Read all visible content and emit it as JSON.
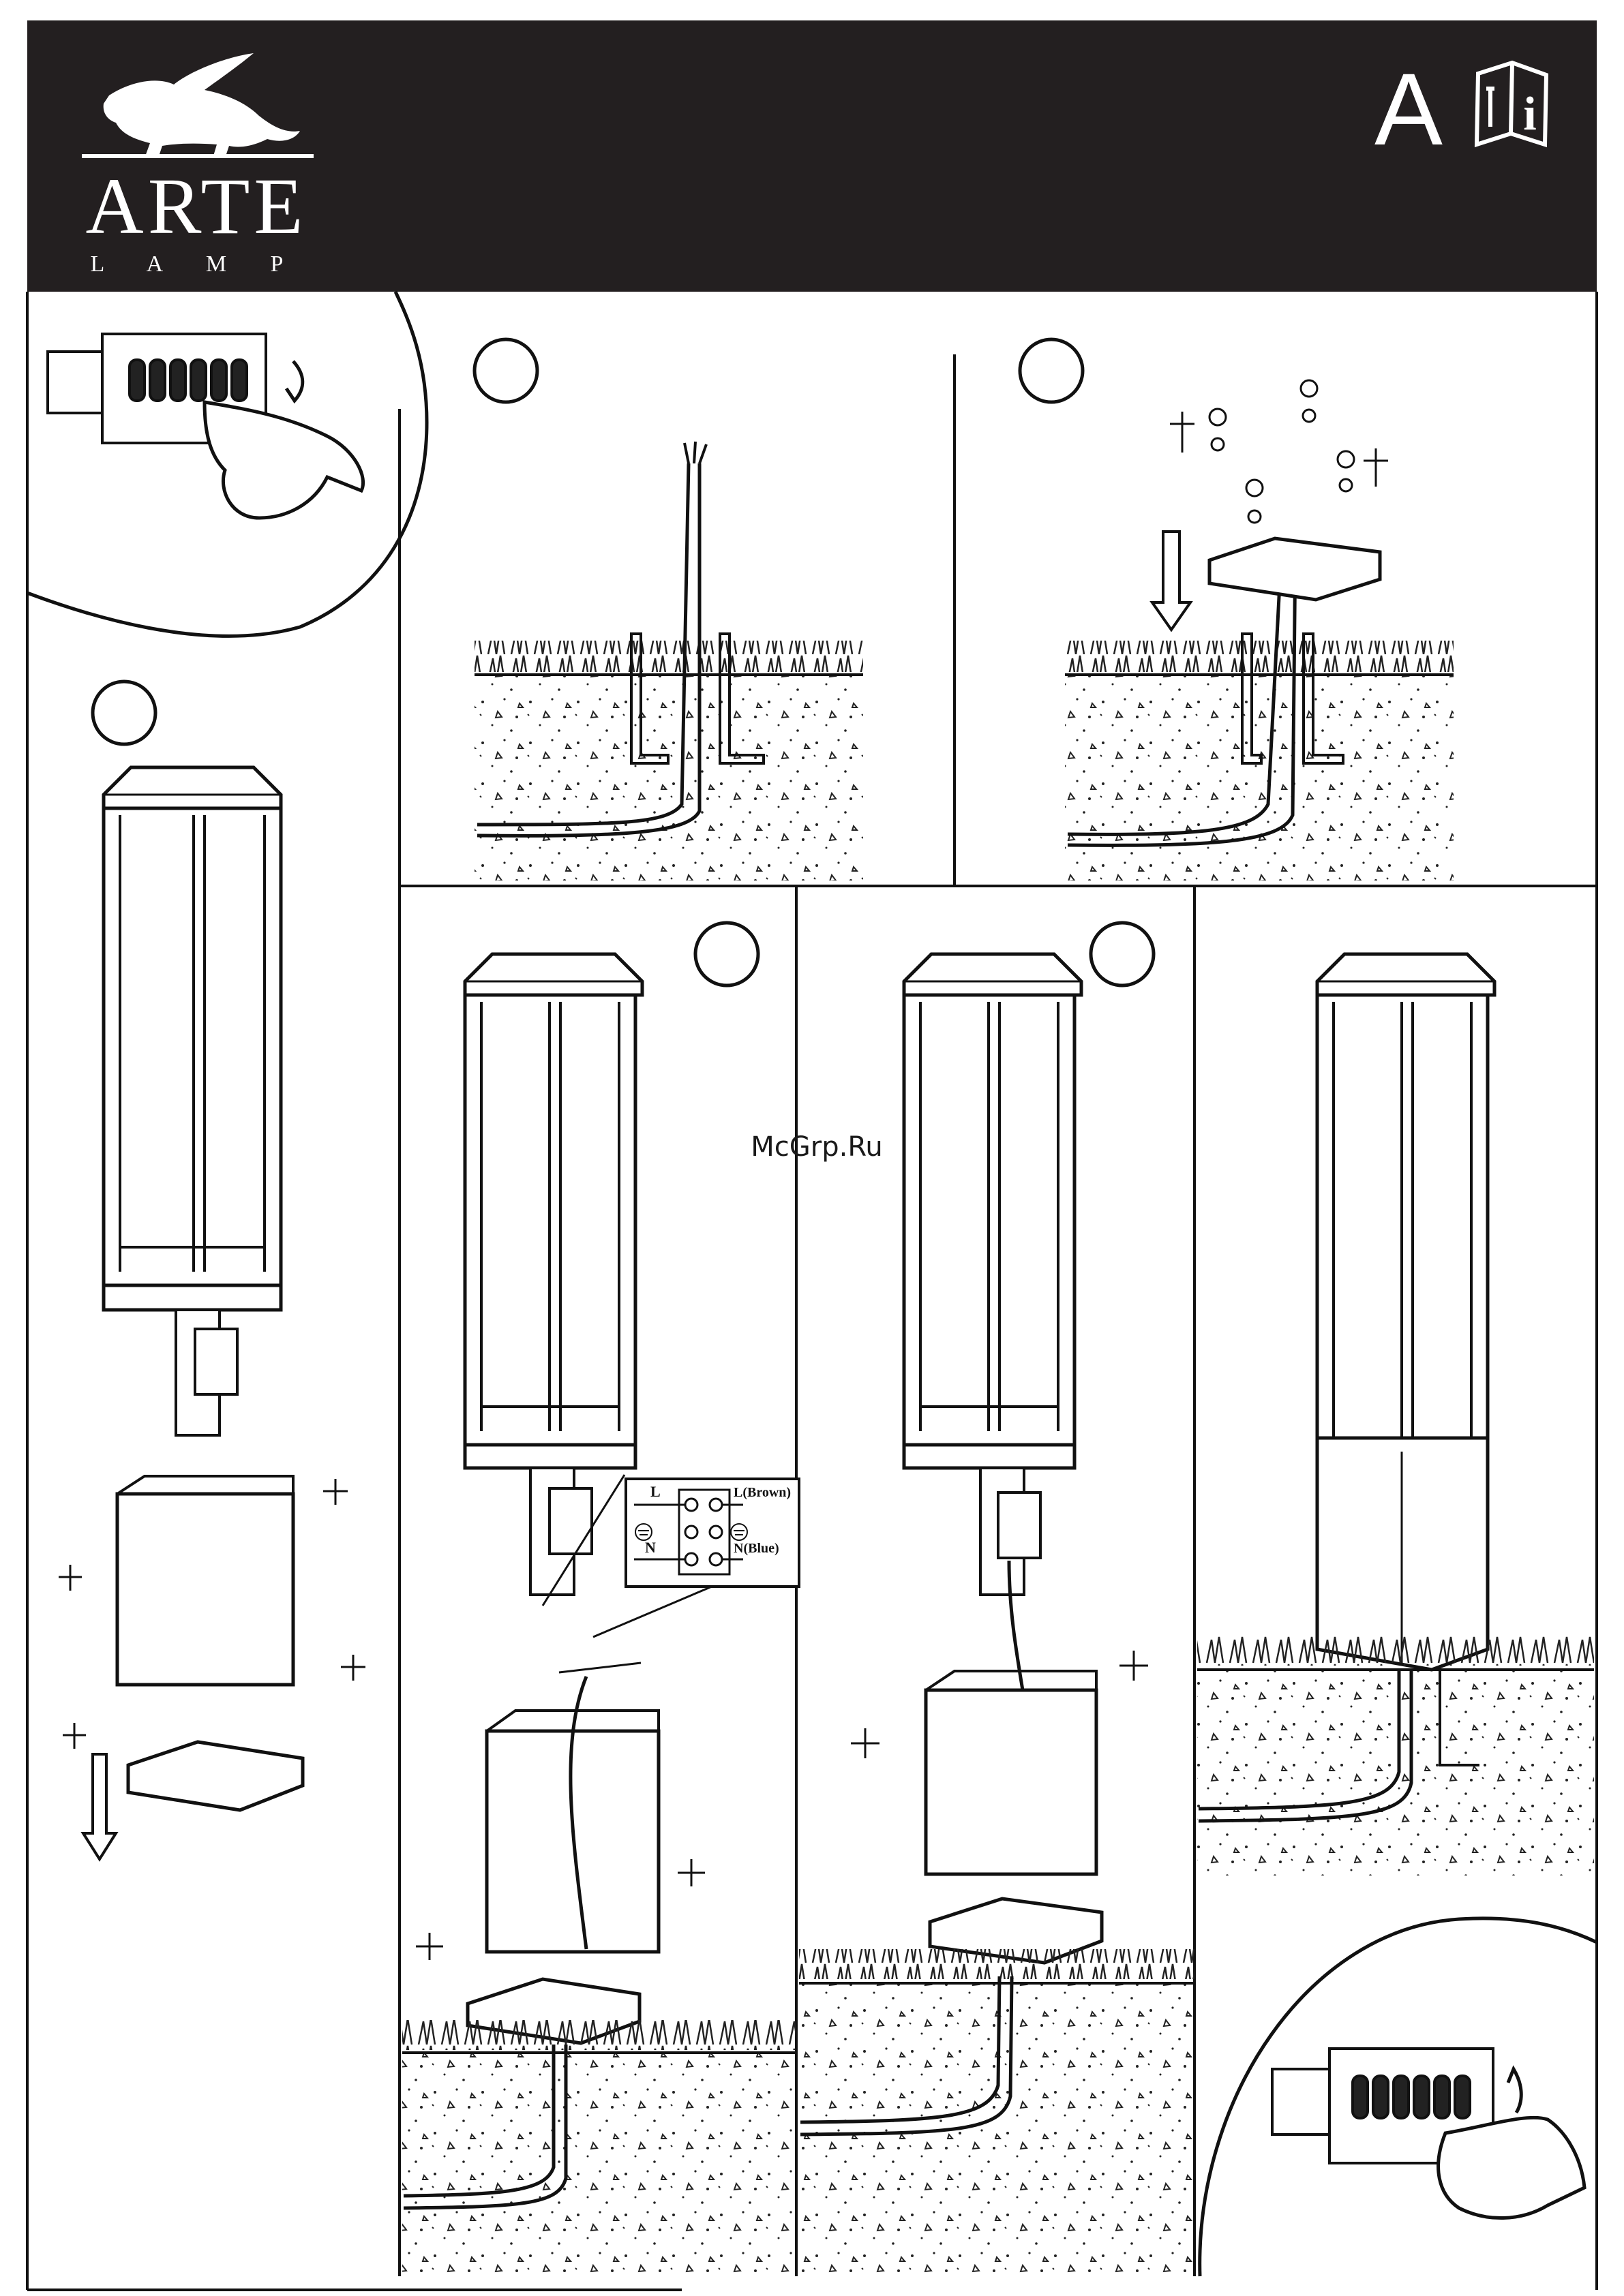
{
  "header": {
    "brand": "ARTE",
    "brand_sub": "L A M P",
    "section_letter": "A",
    "info_icon": "info-manual-icon",
    "info_glyph": "i",
    "bg_color": "#231f20",
    "fg_color": "#ffffff"
  },
  "wiring": {
    "live_label": "L",
    "neutral_label": "N",
    "live_wire": "L(Brown)",
    "neutral_wire": "N(Blue)"
  },
  "watermark": "McGrp.Ru",
  "icons": {
    "terminal_open": "terminal-block-open-icon",
    "terminal_close": "terminal-block-close-icon",
    "down_arrow": "down-arrow-icon",
    "screw": "screw-icon",
    "nut": "nut-icon",
    "washer": "washer-icon",
    "ground": "ground-symbol-icon"
  }
}
